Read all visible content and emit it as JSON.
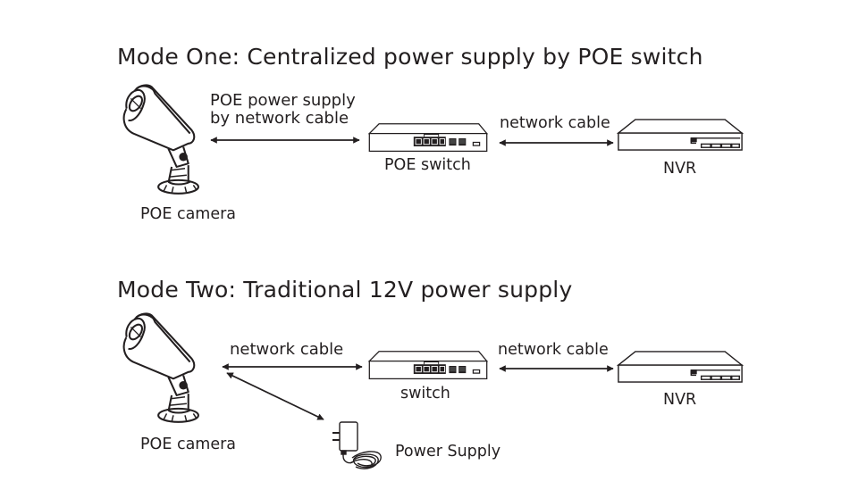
{
  "mode_one": {
    "title": "Mode One:   Centralized power supply by POE switch",
    "camera_label": "POE camera",
    "link1_label_line1": "POE power supply",
    "link1_label_line2": "by network cable",
    "switch_label": "POE switch",
    "link2_label": "network cable",
    "nvr_label": "NVR"
  },
  "mode_two": {
    "title": "Mode Two: Traditional 12V power supply",
    "camera_label": "POE camera",
    "link1_label": "network cable",
    "switch_label": "switch",
    "link2_label": "network cable",
    "nvr_label": "NVR",
    "power_label": "Power Supply"
  },
  "colors": {
    "ink": "#231f20",
    "background": "#ffffff"
  }
}
